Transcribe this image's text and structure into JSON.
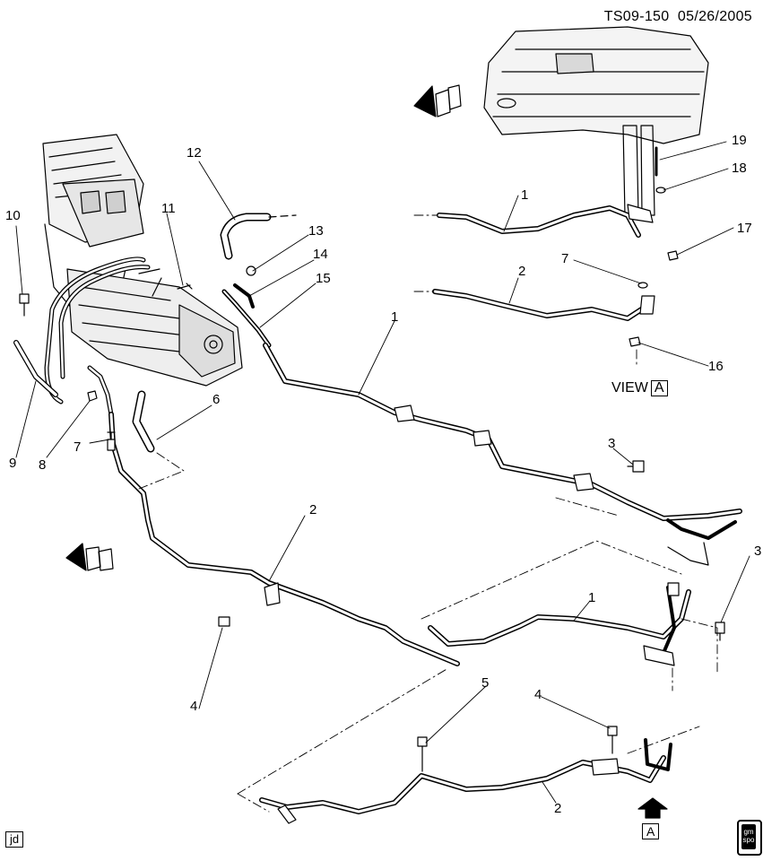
{
  "header": {
    "doc_id": "TS09-150",
    "date": "05/26/2005"
  },
  "footer": {
    "artist_tag": "jd",
    "badge": "gm spo"
  },
  "view": {
    "label": "VIEW",
    "ref": "A"
  },
  "arrow_ref": "A",
  "callouts": {
    "c1a": "1",
    "c1b": "1",
    "c1c": "1",
    "c2a": "2",
    "c2b": "2",
    "c2c": "2",
    "c3a": "3",
    "c3b": "3",
    "c4a": "4",
    "c4b": "4",
    "c5": "5",
    "c6": "6",
    "c7a": "7",
    "c7b": "7",
    "c8": "8",
    "c9": "9",
    "c10": "10",
    "c11": "11",
    "c12": "12",
    "c13": "13",
    "c14": "14",
    "c15": "15",
    "c16": "16",
    "c17": "17",
    "c18": "18",
    "c19": "19"
  }
}
